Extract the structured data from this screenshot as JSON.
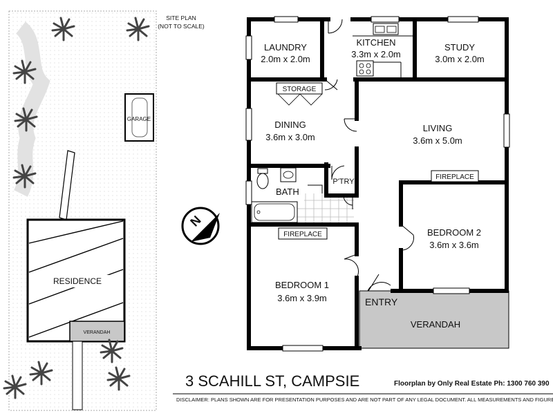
{
  "site_plan": {
    "title_line1": "SITE PLAN",
    "title_line2": "(NOT TO SCALE)",
    "garage_label": "GARAGE",
    "residence_label": "RESIDENCE",
    "verandah_label": "VERANDAH"
  },
  "compass": {
    "label": "N"
  },
  "rooms": {
    "laundry": {
      "name": "LAUNDRY",
      "dims": "2.0m x 2.0m"
    },
    "kitchen": {
      "name": "KITCHEN",
      "dims": "3.3m x 2.0m"
    },
    "study": {
      "name": "STUDY",
      "dims": "3.0m x 2.0m"
    },
    "dining": {
      "name": "DINING",
      "dims": "3.6m x 3.0m"
    },
    "living": {
      "name": "LIVING",
      "dims": "3.6m x 5.0m"
    },
    "bath": {
      "name": "BATH"
    },
    "pantry": {
      "name": "P'TRY"
    },
    "bedroom1": {
      "name": "BEDROOM 1",
      "dims": "3.6m x 3.9m"
    },
    "bedroom2": {
      "name": "BEDROOM 2",
      "dims": "3.6m x 3.6m"
    },
    "entry": {
      "name": "ENTRY"
    },
    "verandah": {
      "name": "VERANDAH"
    }
  },
  "fixtures": {
    "storage": "STORAGE",
    "fireplace_living": "FIREPLACE",
    "fireplace_bed1": "FIREPLACE"
  },
  "footer": {
    "address": "3 SCAHILL ST, CAMPSIE",
    "credit": "Floorplan by Only Real Estate Ph: 1300 760 390",
    "disclaimer": "DISCLAIMER:  PLANS SHOWN ARE FOR PRESENTATION PURPOSES AND ARE NOT PART OF ANY LEGAL DOCUMENT. ALL MEASUREMENTS AND FIGURES ARE APPROXIMATE."
  },
  "colors": {
    "wall": "#000000",
    "verandah_fill": "#c8c8c8",
    "tree": "#555555",
    "path": "#dddddd"
  }
}
